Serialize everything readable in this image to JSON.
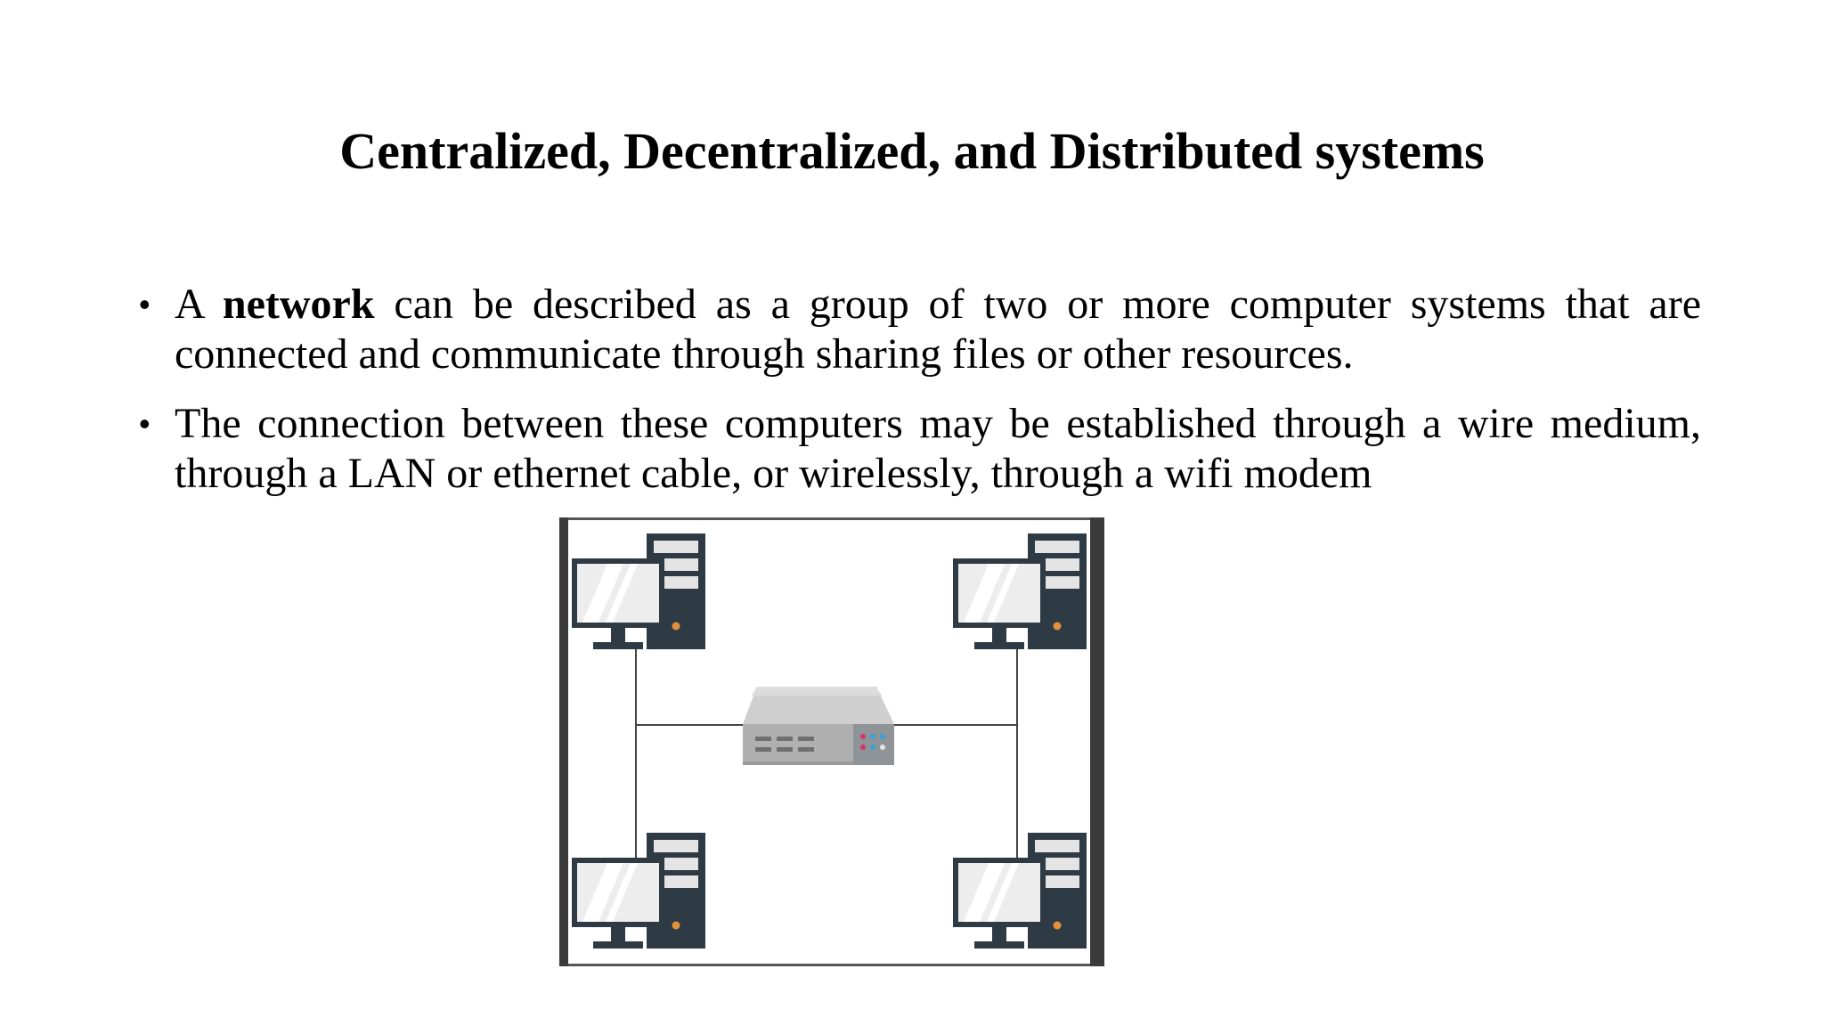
{
  "slide": {
    "title": "Centralized, Decentralized, and Distributed systems",
    "bullets": [
      {
        "prefix": "A ",
        "bold": "network",
        "suffix": " can be described as a group of two or more computer systems that are connected and communicate through sharing files or other resources."
      },
      {
        "text": " The connection between these computers may be established through a wire medium, through a LAN or ethernet cable, or wirelessly, through a wifi modem"
      }
    ],
    "bullet_glyph": "•"
  },
  "diagram": {
    "nodes": [
      "computer-icon",
      "computer-icon",
      "computer-icon",
      "computer-icon"
    ],
    "hub": "network-switch-icon",
    "colors": {
      "frame": "#3a3a3a",
      "tower": "#2e3a44",
      "screen": "#e9e9e9",
      "switch_top": "#c9c9c9",
      "switch_front": "#a9a9a9",
      "led_pink": "#d6336c",
      "led_blue": "#3aa0d8",
      "power_led": "#e0913a"
    }
  }
}
